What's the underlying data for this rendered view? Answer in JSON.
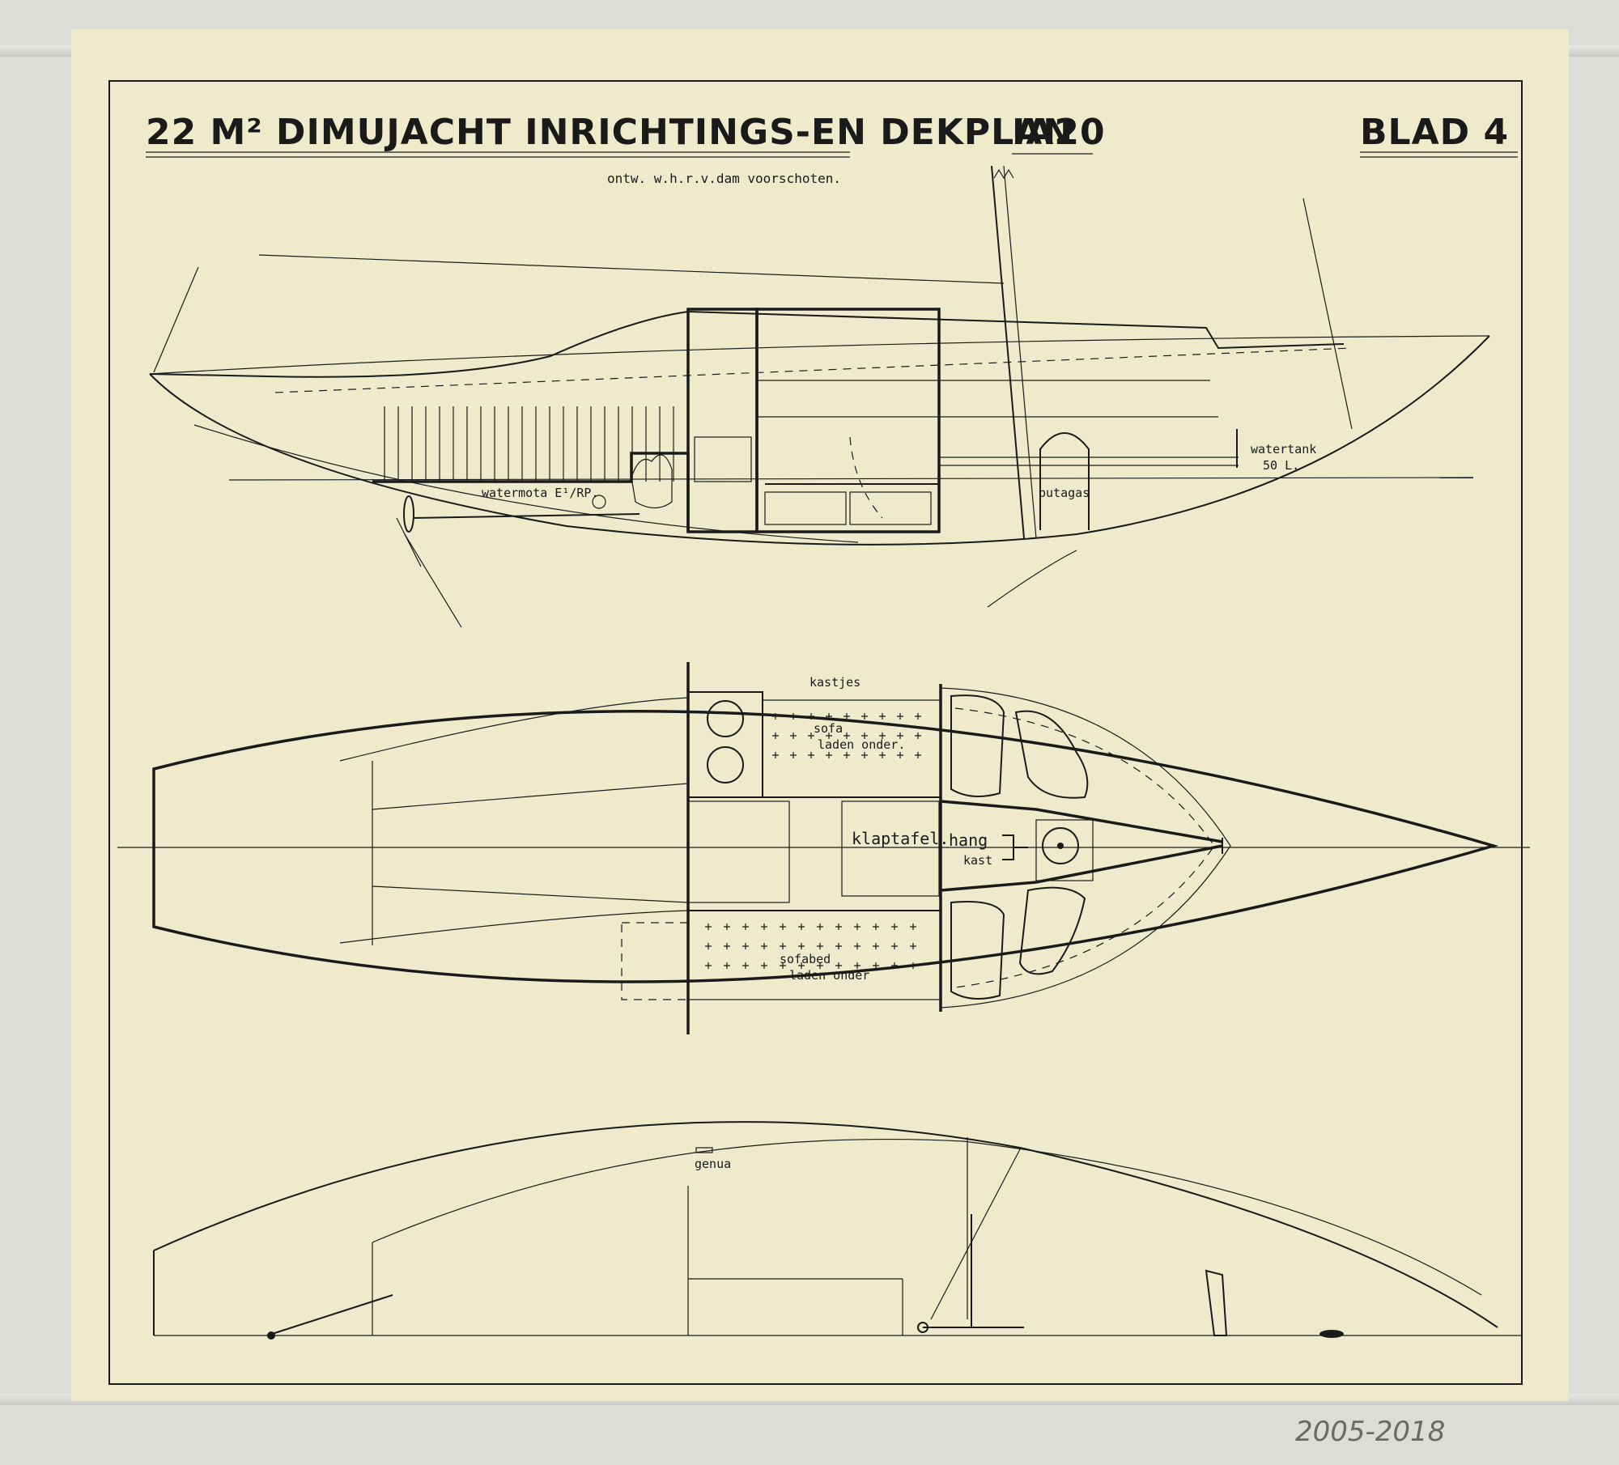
{
  "title": {
    "main": "22 M² DIMUJACHT INRICHTINGS-EN DEKPLAN",
    "code": "IA20",
    "sheet": "BLAD 4"
  },
  "subtitle": "ontw. w.h.r.v.dam   voorschoten.",
  "labels": {
    "watermotor": "watermota E¹/RP.",
    "butagas": "butagas",
    "watertank": "watertank",
    "watertank_sub": "50 L.",
    "kastjes": "kastjes",
    "sofa": "sofa",
    "sofa_sub": "laden onder.",
    "klaptafel": "klaptafel.",
    "hangkast_1": "hang",
    "hangkast_2": "kast",
    "sofabed": "sofabed",
    "sofabed_sub": "laden onder",
    "genua": "genua"
  },
  "archive_number": "2005-2018",
  "colors": {
    "paper": "#eeeacb",
    "ink": "#1a1a1a",
    "pencil": "#6a6a6a"
  }
}
